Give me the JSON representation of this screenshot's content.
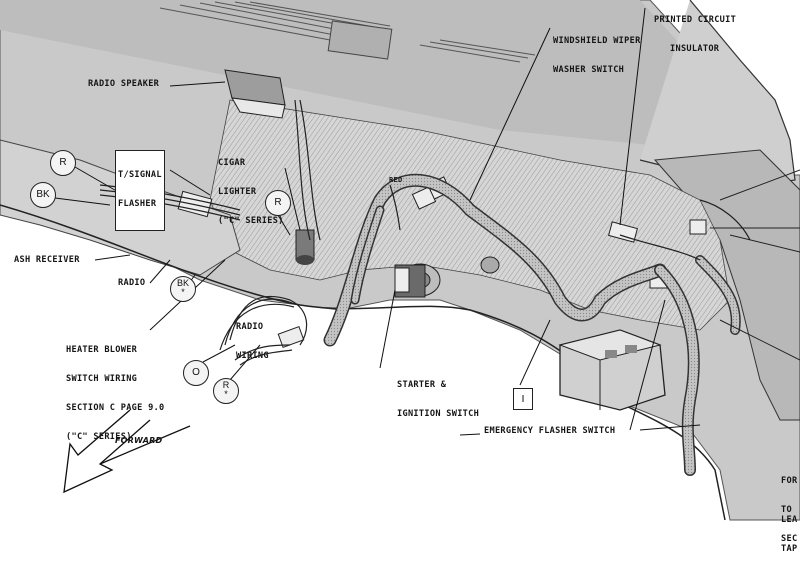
{
  "labels": {
    "printed_circuit_insulator": [
      "PRINTED CIRCUIT",
      "INSULATOR"
    ],
    "windshield_wiper_washer_switch": [
      "WINDSHIELD WIPER",
      "WASHER SWITCH"
    ],
    "radio_speaker": "RADIO SPEAKER",
    "t_signal_flasher": [
      "T/SIGNAL",
      "FLASHER"
    ],
    "cigar_lighter": [
      "CIGAR",
      "LIGHTER",
      "(\"C\" SERIES)"
    ],
    "red": "RED",
    "ash_receiver": "ASH RECEIVER",
    "radio": "RADIO",
    "radio_wiring": [
      "RADIO",
      "WIRING"
    ],
    "heater_blower_switch_wiring": [
      "HEATER BLOWER",
      "SWITCH WIRING",
      "SECTION C PAGE 9.0",
      "(\"C\" SERIES)"
    ],
    "starter_ignition_switch": [
      "STARTER &",
      "IGNITION SWITCH"
    ],
    "emergency_flasher_switch": "EMERGENCY FLASHER SWITCH",
    "forward": "FORWARD",
    "right_edge_1": [
      "FOR",
      "TO",
      "SEC"
    ],
    "right_edge_2": [
      "LEA",
      "TAP"
    ]
  },
  "wire_codes": {
    "r_upper_left": "R",
    "bk_left": "BK",
    "r_center": "R",
    "bk_star": "BK",
    "star": "*",
    "o_lower": "O",
    "r_star": "R",
    "i_box": "I"
  }
}
